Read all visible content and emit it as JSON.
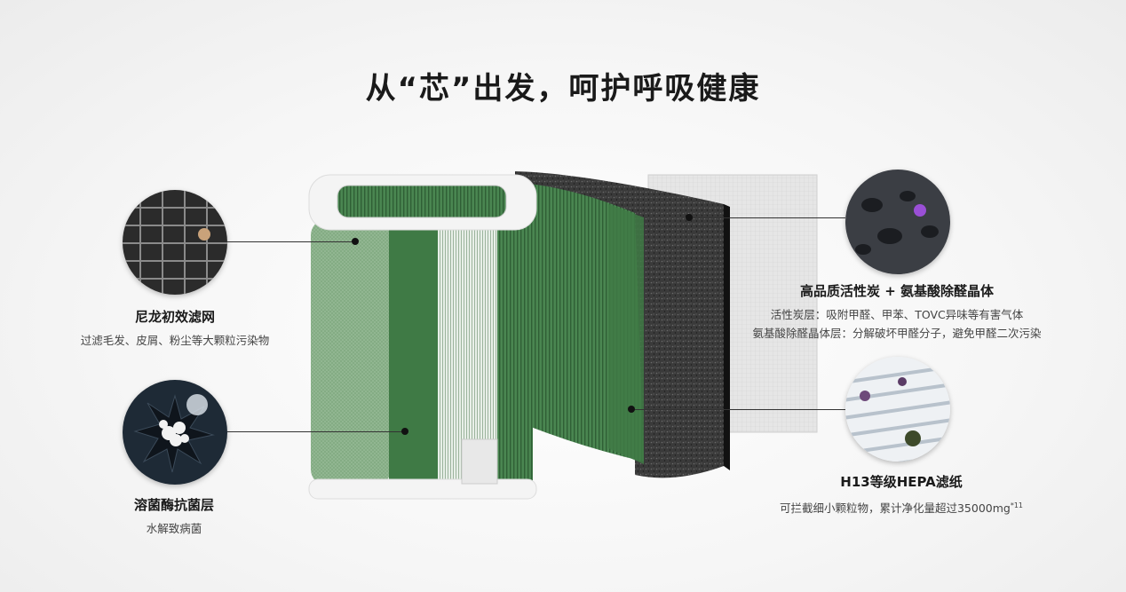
{
  "headline": "从“芯”出发，呵护呼吸健康",
  "layers": {
    "nylon": {
      "title": "尼龙初效滤网",
      "desc": "过滤毛发、皮屑、粉尘等大颗粒污染物"
    },
    "enzyme": {
      "title": "溶菌酶抗菌层",
      "desc": "水解致病菌"
    },
    "carbon": {
      "title": "高品质活性炭 + 氨基酸除醛晶体",
      "desc1": "活性炭层：吸附甲醛、甲苯、TOVC异味等有害气体",
      "desc2": "氨基酸除醛晶体层：分解破坏甲醛分子，避免甲醛二次污染"
    },
    "hepa": {
      "title": "H13等级HEPA滤纸",
      "desc": "可拦截细小颗粒物，累计净化量超过35000mg",
      "note": "*11"
    }
  },
  "colors": {
    "filter_green": "#3f7a45",
    "mesh_green": "#8fb58f",
    "carbon_black": "#2a2a2a",
    "frame_white": "#f4f4f4"
  }
}
